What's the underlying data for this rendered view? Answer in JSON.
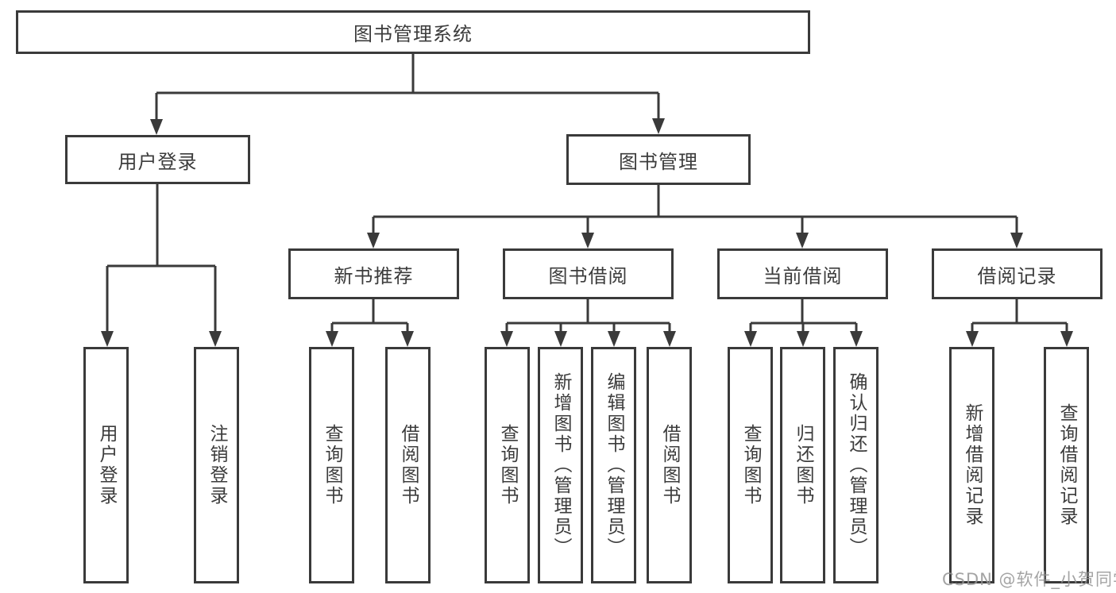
{
  "diagram": {
    "root": {
      "label": "图书管理系统"
    },
    "level2": [
      {
        "label": "用户登录"
      },
      {
        "label": "图书管理"
      }
    ],
    "level3": [
      {
        "label": "新书推荐"
      },
      {
        "label": "图书借阅"
      },
      {
        "label": "当前借阅"
      },
      {
        "label": "借阅记录"
      }
    ],
    "leaves": [
      {
        "label": "用户登录"
      },
      {
        "label": "注销登录"
      },
      {
        "label": "查询图书"
      },
      {
        "label": "借阅图书"
      },
      {
        "label": "查询图书"
      },
      {
        "label": "新增图书（管理员）"
      },
      {
        "label": "编辑图书（管理员）"
      },
      {
        "label": "借阅图书"
      },
      {
        "label": "查询图书"
      },
      {
        "label": "归还图书"
      },
      {
        "label": "确认归还（管理员）"
      },
      {
        "label": "新增借阅记录"
      },
      {
        "label": "查询借阅记录"
      }
    ]
  },
  "watermark": {
    "text": "CSDN @软件_小贺同学"
  },
  "colors": {
    "line": "#3a3a3a",
    "text": "#3c3c3c",
    "watermark": "#949494",
    "background": "#ffffff"
  }
}
